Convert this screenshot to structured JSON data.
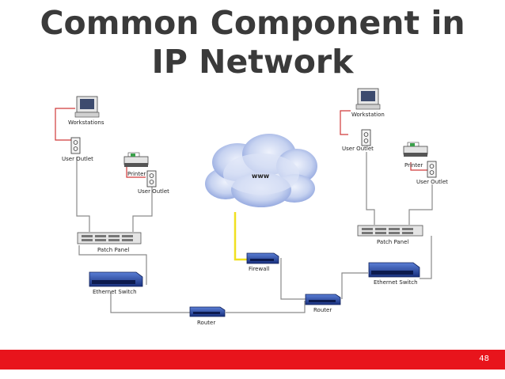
{
  "slide": {
    "title_line1": "Common Component in",
    "title_line2": "IP Network",
    "page_number": "48"
  },
  "diagram": {
    "cloud_label": "www",
    "left_site": {
      "workstations": "Workstations",
      "user_outlet_1": "User Outlet",
      "printer": "Printer",
      "user_outlet_2": "User Outlet",
      "patch_panel": "Patch Panel",
      "ethernet_switch": "Ethernet Switch",
      "router": "Router"
    },
    "right_site": {
      "workstation": "Workstation",
      "user_outlet_1": "User Outlet",
      "printer": "Printer",
      "user_outlet_2": "User Outlet",
      "patch_panel": "Patch Panel",
      "ethernet_switch": "Ethernet Switch",
      "router": "Router"
    },
    "firewall": "Firewall",
    "colors": {
      "red_cable": "#d03a3a",
      "gray_cable": "#8a8a8a",
      "uplink_cable": "#f0e020",
      "device_blue": "#1f3f9f",
      "cloud": "#9fb4e6"
    }
  }
}
